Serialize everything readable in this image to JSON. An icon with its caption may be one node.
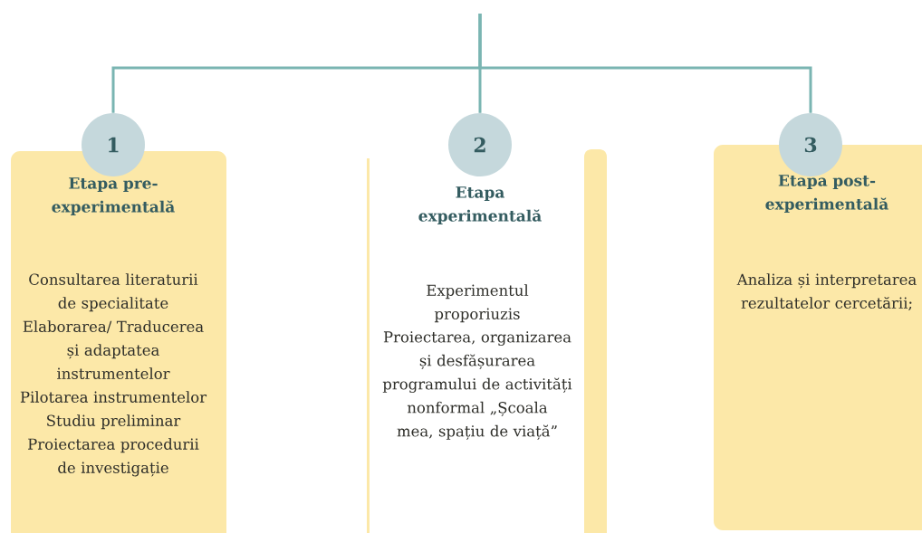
{
  "diagram": {
    "nodes": [
      {
        "text": [
          "1"
        ]
      },
      {
        "text": [
          "Etapa pre-experimentală",
          "Consultarea literaturii de specialitate",
          "Elaborarea/ Traducerea și adaptatea instrumentelor",
          "Pilotarea instrumentelor",
          "Studiu preliminar",
          "Proiectarea procedurii de investigație"
        ]
      },
      {
        "text": [
          "2"
        ]
      },
      {
        "text": [
          "Etapa experimentală",
          "Experimentul proporiuzis",
          "Proiectarea, organizarea și desfășurarea programului de activități nonformal „Școala mea, spațiu de viață”"
        ]
      },
      {
        "text": [
          "3"
        ]
      },
      {
        "text": [
          "Etapa post-experimentală",
          "Analiza și interpretarea rezultatelor cercetării;"
        ]
      }
    ],
    "edges": [
      {
        "from": null,
        "to": 0,
        "arrow": "none"
      },
      {
        "from": null,
        "to": 2,
        "arrow": "none"
      },
      {
        "from": null,
        "to": 4,
        "arrow": "none"
      }
    ]
  }
}
